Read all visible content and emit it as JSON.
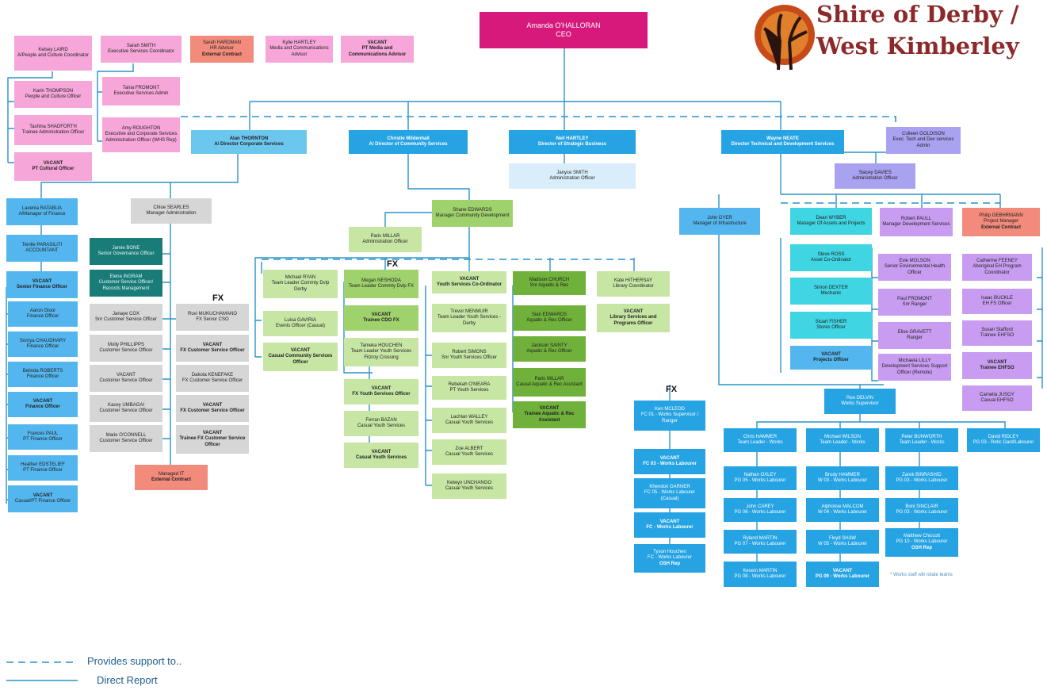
{
  "brand": {
    "line1": "Shire of Derby /",
    "line2": "West Kimberley"
  },
  "fx_labels": {
    "fx1": "FX",
    "fx2": "FX",
    "fx3": "FX"
  },
  "ceo": {
    "name": "Amanda O'HALLORAN",
    "title": "CEO"
  },
  "exec": {
    "laird": {
      "name": "Kelsey LAIRD",
      "title": "A/People and Culture Coordinator"
    },
    "smith": {
      "name": "Sarah SMITH",
      "title": "Executive Services Coordinator"
    },
    "hardman": {
      "name": "Sarah HARDMAN",
      "title": "HR Advisor",
      "note": "External Contract"
    },
    "hartley": {
      "name": "Kylie HARTLEY",
      "title": "Media and Communications Advisor"
    },
    "ptmedia": {
      "name": "VACANT",
      "title": "PT Media and Communications Advisor"
    },
    "thompson": {
      "name": "Karin THOMPSON",
      "title": "People and Culture Officer"
    },
    "shadforth": {
      "name": "Tashina SHADFORTH",
      "title": "Trainee Administration Officer"
    },
    "cultural": {
      "name": "VACANT",
      "title": "PT Cultural Officer"
    },
    "fromont": {
      "name": "Tania FROMONT",
      "title": "Executive Services Admin"
    },
    "roughton": {
      "name": "Amy ROUGHTON",
      "title": "Executive and Corporate Services Administration Officer (WHS Rep)"
    }
  },
  "directors": {
    "thornton": {
      "name": "Alan THORNTON",
      "title": "A/ Director Corporate Services"
    },
    "mildenhall": {
      "name": "Christie Mildenhall",
      "title": "A/ Director of Community Services"
    },
    "nhartley": {
      "name": "Neil HARTLEY",
      "title": "Director of Strategic Business"
    },
    "neate": {
      "name": "Wayne NEATE",
      "title": "Director Technical and Development Services"
    }
  },
  "strategic": {
    "jsmith": {
      "name": "Janyce SMITH",
      "title": "Administration Officer"
    }
  },
  "corporate": {
    "ratabua": {
      "name": "Lavenia RATABUA",
      "title": "A/Manager of Finance"
    },
    "parasiliti": {
      "name": "Tenille PARASILITI",
      "title": "ACCOUNTANT"
    },
    "seniorfin": {
      "name": "VACANT",
      "title": "Senior Finance Officer"
    },
    "gloor": {
      "name": "Aaron Gloor",
      "title": "Finance Officer"
    },
    "chaudhary": {
      "name": "Somya CHAUDHARY",
      "title": "Finance Officer"
    },
    "roberts": {
      "name": "Belinda ROBERTS",
      "title": "Finance Officer"
    },
    "finvac": {
      "name": "VACANT",
      "title": "Finance Officer"
    },
    "paul": {
      "name": "Frances PAUL",
      "title": "PT Finance Officer"
    },
    "edstelief": {
      "name": "Heather EDSTELIEF",
      "title": "PT Finance Officer"
    },
    "casfin": {
      "name": "VACANT",
      "title": "Casual/PT Finance Officer"
    },
    "searles": {
      "name": "Chloe SEARLES",
      "title": "Manager Administration"
    },
    "bone": {
      "name": "Jamie BONE",
      "title": "Senior Governance Officer"
    },
    "ingram": {
      "name": "Elena INGRAM",
      "title": "Customer Service Officer/ Records Management"
    },
    "cox": {
      "name": "Janaye COX",
      "title": "Snr Customer Service Officer"
    },
    "phillipps": {
      "name": "Molly PHILLIPPS",
      "title": "Customer Service Officer"
    },
    "csovac": {
      "name": "VACANT",
      "title": "Customer Service Officer"
    },
    "umbagai": {
      "name": "Kacey UMBAGAI",
      "title": "Customer Service Officer"
    },
    "oconnell": {
      "name": "Marie O'CONNELL",
      "title": "Customer Service Officer"
    },
    "mukuchamano": {
      "name": "Ruvi MUKUCHAMANO",
      "title": "FX Senior CSO"
    },
    "fxcso1": {
      "name": "VACANT",
      "title": "FX Customer Service Officer"
    },
    "kenefake": {
      "name": "Dakota KENEFAKE",
      "title": "FX Customer Service Officer"
    },
    "fxcso2": {
      "name": "VACANT",
      "title": "FX Customer Service Officer"
    },
    "fxtrainee": {
      "name": "VACANT",
      "title": "Trainee FX Customer Service Officer"
    },
    "managedit": {
      "name": "Managed IT",
      "title": "External Contract"
    }
  },
  "community": {
    "sedwards": {
      "name": "Shane EDWARDS",
      "title": "Manager Community Development"
    },
    "pmillar": {
      "name": "Paris MILLAR",
      "title": "Administration Officer"
    },
    "ryan": {
      "name": "Michael RYAN",
      "title": "Team Leader Commty Dvlp Derby"
    },
    "gaviria": {
      "name": "Luisa GAVIRIA",
      "title": "Events Officer (Casual)"
    },
    "cascomm": {
      "name": "VACANT",
      "title": "Casual Community Services Officer"
    },
    "neshoda": {
      "name": "Megan NESHODA",
      "title": "Team Leader Commty Dvlp FX"
    },
    "traineecdo": {
      "name": "VACANT",
      "title": "Trainee CDO FX"
    },
    "houchen": {
      "name": "Tameka HOUCHEN",
      "title": "Team Leader Youth Services Fitzroy Crossing"
    },
    "fxyouth": {
      "name": "VACANT",
      "title": "FX Youth Services Officer"
    },
    "bazan": {
      "name": "Ferran BAZAN",
      "title": "Casual Youth Services"
    },
    "casyouth1": {
      "name": "VACANT",
      "title": "Casual Youth Services"
    },
    "youthcoord": {
      "name": "VACANT",
      "title": "Youth Services Co-Ordinator"
    },
    "menmuir": {
      "name": "Trevor MENMUIR",
      "title": "Team Leader Youth Services - Derby"
    },
    "simons": {
      "name": "Robert SIMONS",
      "title": "Snr Youth Services Officer"
    },
    "omeara": {
      "name": "Rebekah O'MEARA",
      "title": "PT Youth Services"
    },
    "walley": {
      "name": "Lachlan WALLEY",
      "title": "Casual Youth Services"
    },
    "albert": {
      "name": "Zoe ALBERT",
      "title": "Casual Youth Services"
    },
    "unchango": {
      "name": "Kelwyn UNCHANGO",
      "title": "Casual Youth Services"
    },
    "church": {
      "name": "Madison CHURCH",
      "title": "Snr Aquatic & Rec"
    },
    "sedwards2": {
      "name": "Sian EDWARDS",
      "title": "Aquatic & Rec Officer"
    },
    "sainty": {
      "name": "Jackson SAINTY",
      "title": "Aquatic & Rec Officer"
    },
    "pmillar2": {
      "name": "Paris MILLAR",
      "title": "Casual Aquatic & Rec Assistant"
    },
    "traineeaq": {
      "name": "VACANT",
      "title": "Trainee Aquatic & Rec Assistant"
    },
    "hithersay": {
      "name": "Kate HITHERSAY",
      "title": "Library Coordinator"
    },
    "library": {
      "name": "VACANT",
      "title": "Library Services and Programs Officer"
    }
  },
  "technical": {
    "goldison": {
      "name": "Colleen GOLDISON",
      "title": "Exec. Tech and Dev services Admin"
    },
    "davies": {
      "name": "Stacey DAVIES",
      "title": "Administration Officer"
    },
    "dyer": {
      "name": "John DYER",
      "title": "Manager of Infrastructure"
    },
    "wyber": {
      "name": "Dean WYBER",
      "title": "Manager Of Assets and Projects"
    },
    "ross": {
      "name": "Steve ROSS",
      "title": "Asset Co-Ordinator"
    },
    "dexter": {
      "name": "Simon DEXTER",
      "title": "Mechanic"
    },
    "fisher": {
      "name": "Stuart FISHER",
      "title": "Stores Officer"
    },
    "projects": {
      "name": "VACANT",
      "title": "Projects Officer"
    },
    "rpaull": {
      "name": "Robert PAULL",
      "title": "Manager Development Services"
    },
    "gebhrmann": {
      "name": "Philip GEBHRMANN",
      "title": "Project Manager",
      "note": "External Contract"
    },
    "molson": {
      "name": "Evie MOLSON",
      "title": "Senior Environmental Health Officer"
    },
    "pfromont": {
      "name": "Paul FROMONT",
      "title": "Snr Ranger"
    },
    "gravett": {
      "name": "Elise GRAVETT",
      "title": "Ranger"
    },
    "lilly": {
      "name": "Michaela LILLY",
      "title": "Development Services Support Officer (Remote)"
    },
    "feeney": {
      "name": "Catherine FEENEY",
      "title": "Aboriginal EH Program Coordinator"
    },
    "buckle": {
      "name": "Isaac BUCKLE",
      "title": "EH FS Officer"
    },
    "stafford": {
      "name": "Susan Stafford",
      "title": "Trainee EHFSO"
    },
    "traineeehfso": {
      "name": "VACANT",
      "title": "Trainee EHFSO"
    },
    "jusoy": {
      "name": "Camelia JUSOY",
      "title": "Casual EHFSO"
    },
    "mcleod": {
      "name": "Ken MCLEOD",
      "title": "FC 01 - Works Supervisor / Ranger"
    },
    "fc03": {
      "name": "VACANT",
      "title": "FC 03 - Works Labourer"
    },
    "garner": {
      "name": "Khendon GARNER",
      "title": "FC 05 - Works Labourer (Casual)"
    },
    "fcvac": {
      "name": "VACANT",
      "title": "FC - Works Labourer"
    },
    "thouchen": {
      "name": "Tyson Houchen",
      "title": "FC - Works Labourer",
      "note": "OSH Rep"
    },
    "delvin": {
      "name": "Ron DELVIN",
      "title": "Works Supervisor"
    },
    "ridley": {
      "name": "David RIDLEY",
      "title": "PG 03 - Retic Gard/Labourer"
    },
    "hammer": {
      "name": "Chris HAMMER",
      "title": "Team Leader - Works"
    },
    "oxley": {
      "name": "Nathan OXLEY",
      "title": "PG 05 - Works Labourer"
    },
    "carey": {
      "name": "John CAREY",
      "title": "PG 06 - Works Labourer"
    },
    "martin1": {
      "name": "Ryland MARTIN",
      "title": "PG 07 - Works Labourer"
    },
    "martin2": {
      "name": "Kesem MARTIN",
      "title": "PG 08 - Works Labourer"
    },
    "wilson": {
      "name": "Michael WILSON",
      "title": "Team Leader - Works"
    },
    "bhammer": {
      "name": "Brody HAMMER",
      "title": "W 03 - Works Labourer"
    },
    "malcom": {
      "name": "Alphonse MALCOM",
      "title": "W 04 - Works Labourer"
    },
    "shaw": {
      "name": "Floyd SHAW",
      "title": "W 05 - Works Labourer"
    },
    "pg09": {
      "name": "VACANT",
      "title": "PG 09 - Works Labourer"
    },
    "bunworth": {
      "name": "Peter BUNWORTH",
      "title": "Team Leader - Works"
    },
    "binrashid": {
      "name": "Zarek BINRASHID",
      "title": "PG 03 - Works Labourer"
    },
    "sinclair": {
      "name": "Boni SINCLAIR",
      "title": "PG 03 - Works Labourer"
    },
    "chiccott": {
      "name": "Matthew Chiccott",
      "title": "PG 10 - Works Labourer",
      "note": "OSH Rep"
    }
  },
  "note": "* Works staff will rotate teams",
  "legend": {
    "support": "Provides support to..",
    "direct": "Direct Report"
  },
  "colors": {
    "line": "#2a93c9",
    "ceo": "#d6197b",
    "brand": "#8c2a2b"
  }
}
